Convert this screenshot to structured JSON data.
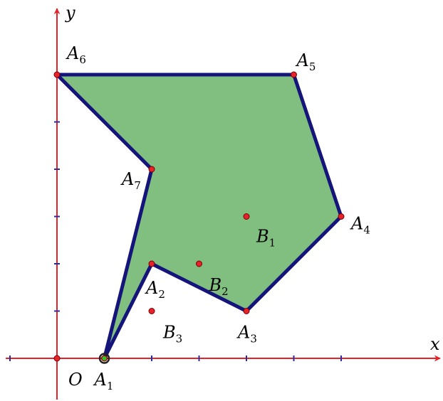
{
  "axes": {
    "x_label": "x",
    "y_label": "y",
    "origin_label": "O",
    "axis_color": "#e8222a",
    "x_ticks": [
      1,
      2,
      3,
      4,
      5,
      6
    ],
    "y_ticks": [
      1,
      2,
      3,
      4,
      5,
      6
    ]
  },
  "polygon": {
    "fill_color": "#80bf80",
    "stroke_color": "#14147a",
    "vertices": [
      {
        "id": "A1",
        "letter": "A",
        "sub": "1",
        "x": 1,
        "y": 0
      },
      {
        "id": "A2",
        "letter": "A",
        "sub": "2",
        "x": 2,
        "y": 2
      },
      {
        "id": "A3",
        "letter": "A",
        "sub": "3",
        "x": 4,
        "y": 1
      },
      {
        "id": "A4",
        "letter": "A",
        "sub": "4",
        "x": 6,
        "y": 3
      },
      {
        "id": "A5",
        "letter": "A",
        "sub": "5",
        "x": 5,
        "y": 6
      },
      {
        "id": "A6",
        "letter": "A",
        "sub": "6",
        "x": 0,
        "y": 6
      },
      {
        "id": "A7",
        "letter": "A",
        "sub": "7",
        "x": 2,
        "y": 4
      }
    ]
  },
  "points": [
    {
      "id": "B1",
      "letter": "B",
      "sub": "1",
      "x": 4,
      "y": 3
    },
    {
      "id": "B2",
      "letter": "B",
      "sub": "2",
      "x": 3,
      "y": 2
    },
    {
      "id": "B3",
      "letter": "B",
      "sub": "3",
      "x": 2,
      "y": 1
    }
  ],
  "point_color": "#e8222a",
  "highlight_color": "#22cc22"
}
